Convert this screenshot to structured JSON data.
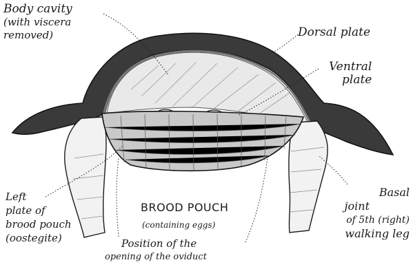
{
  "labels": {
    "body_cavity": [
      "Body cavity",
      "(with viscera",
      "removed)"
    ],
    "dorsal_plate": "Dorsal plate",
    "ventral_plate": [
      "Ventral",
      "plate"
    ],
    "left_plate": [
      "Left",
      "plate of",
      "brood pouch",
      "(oostegite)"
    ],
    "brood_pouch_title": "BROOD POUCH",
    "brood_pouch_sub": "(containing eggs)",
    "oviduct": [
      "Position of the",
      "opening of the oviduct"
    ],
    "basal_joint": [
      "Basal",
      "joint",
      "of 5th (right)",
      "walking leg"
    ]
  }
}
